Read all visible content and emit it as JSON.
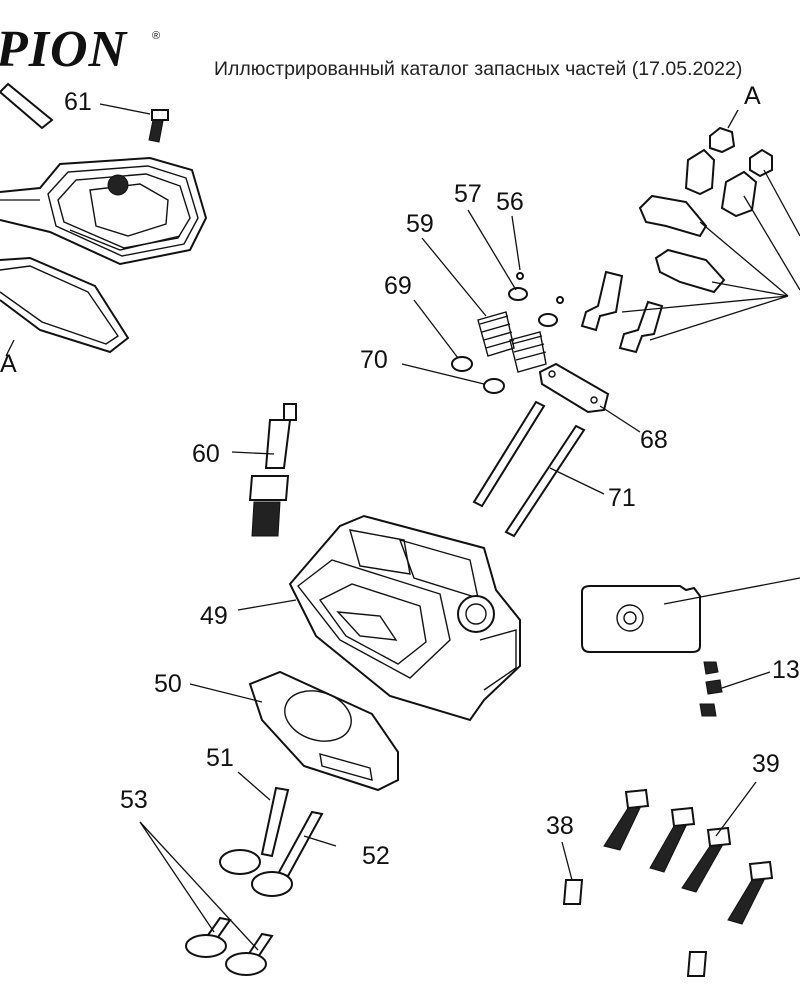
{
  "header": {
    "logo_text": "PION",
    "logo_mark": "®",
    "title": "Иллюстрированный каталог запасных частей (17.05.2022)"
  },
  "callouts": [
    {
      "id": "61",
      "label": "61"
    },
    {
      "id": "A_top",
      "label": "A"
    },
    {
      "id": "A_left",
      "label": "A"
    },
    {
      "id": "57",
      "label": "57"
    },
    {
      "id": "56",
      "label": "56"
    },
    {
      "id": "59",
      "label": "59"
    },
    {
      "id": "69",
      "label": "69"
    },
    {
      "id": "70",
      "label": "70"
    },
    {
      "id": "68",
      "label": "68"
    },
    {
      "id": "60",
      "label": "60"
    },
    {
      "id": "71",
      "label": "71"
    },
    {
      "id": "49",
      "label": "49"
    },
    {
      "id": "50",
      "label": "50"
    },
    {
      "id": "13",
      "label": "13"
    },
    {
      "id": "51",
      "label": "51"
    },
    {
      "id": "53",
      "label": "53"
    },
    {
      "id": "52",
      "label": "52"
    },
    {
      "id": "38",
      "label": "38"
    },
    {
      "id": "39",
      "label": "39"
    }
  ]
}
